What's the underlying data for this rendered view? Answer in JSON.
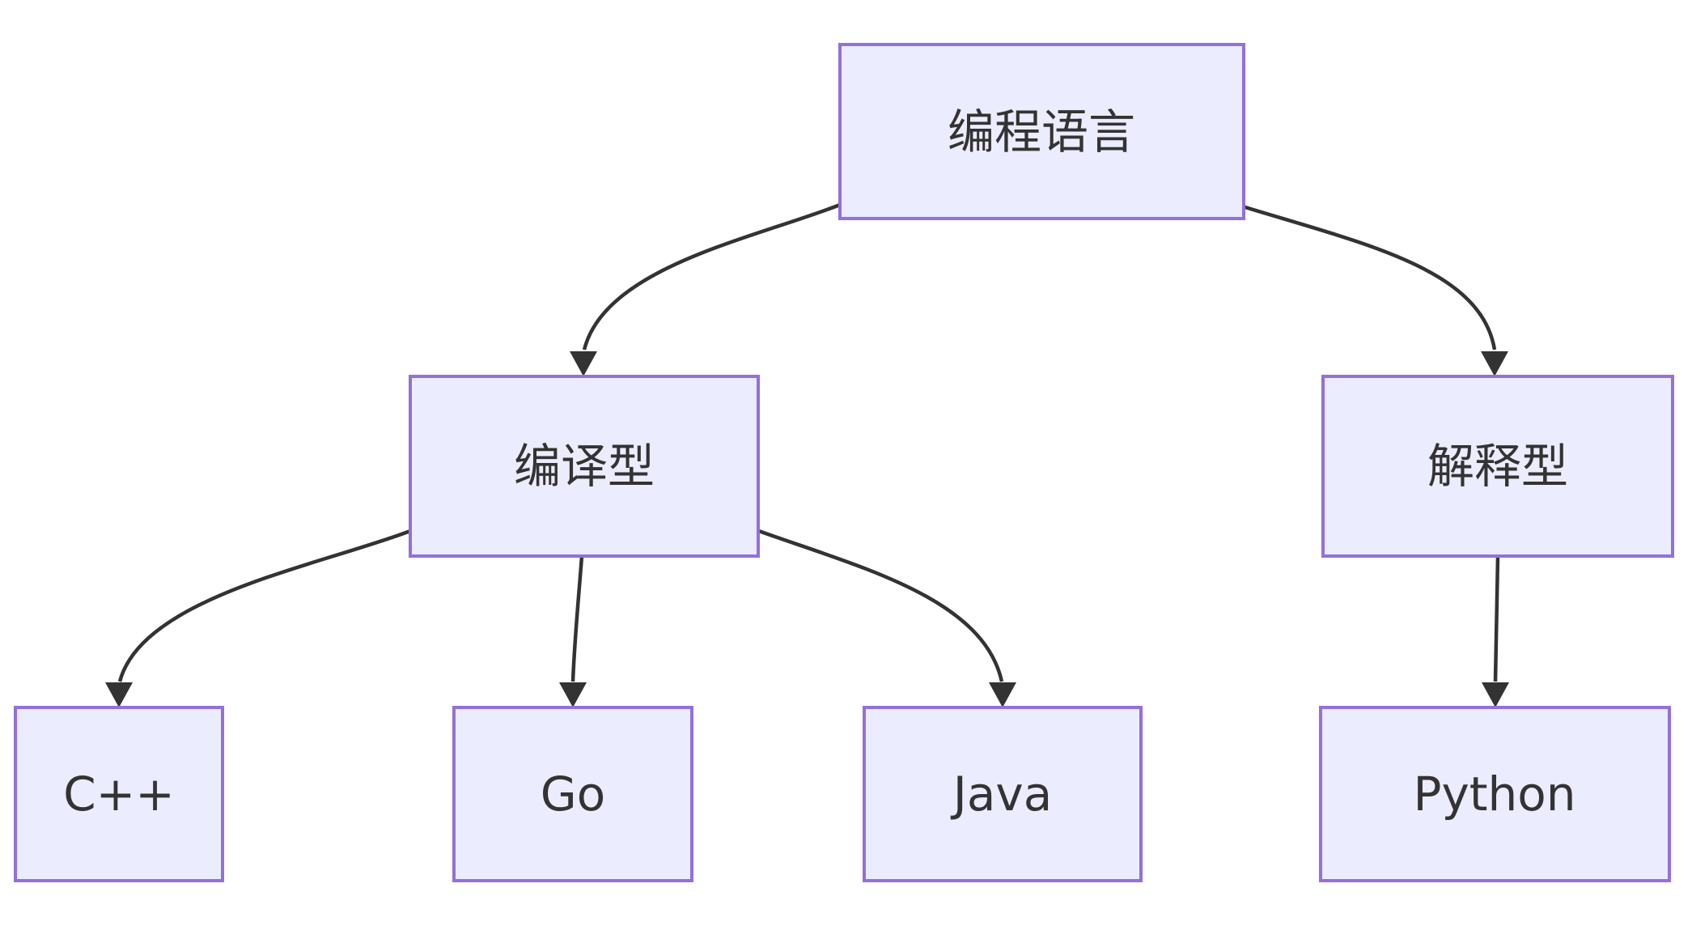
{
  "diagram": {
    "type": "flowchart",
    "direction": "top-down",
    "nodes": [
      {
        "id": "lang",
        "label": "编程语言"
      },
      {
        "id": "compiled",
        "label": "编译型"
      },
      {
        "id": "interpreted",
        "label": "解释型"
      },
      {
        "id": "cpp",
        "label": "C++"
      },
      {
        "id": "go",
        "label": "Go"
      },
      {
        "id": "java",
        "label": "Java"
      },
      {
        "id": "python",
        "label": "Python"
      }
    ],
    "edges": [
      {
        "from": "编程语言",
        "to": "编译型"
      },
      {
        "from": "编程语言",
        "to": "解释型"
      },
      {
        "from": "编译型",
        "to": "C++"
      },
      {
        "from": "编译型",
        "to": "Go"
      },
      {
        "from": "编译型",
        "to": "Java"
      },
      {
        "from": "解释型",
        "to": "Python"
      }
    ],
    "colors": {
      "node_fill": "#ECECFF",
      "node_border": "#9370DB",
      "edge": "#333333",
      "text": "#333333",
      "background": "#FFFFFF"
    }
  }
}
